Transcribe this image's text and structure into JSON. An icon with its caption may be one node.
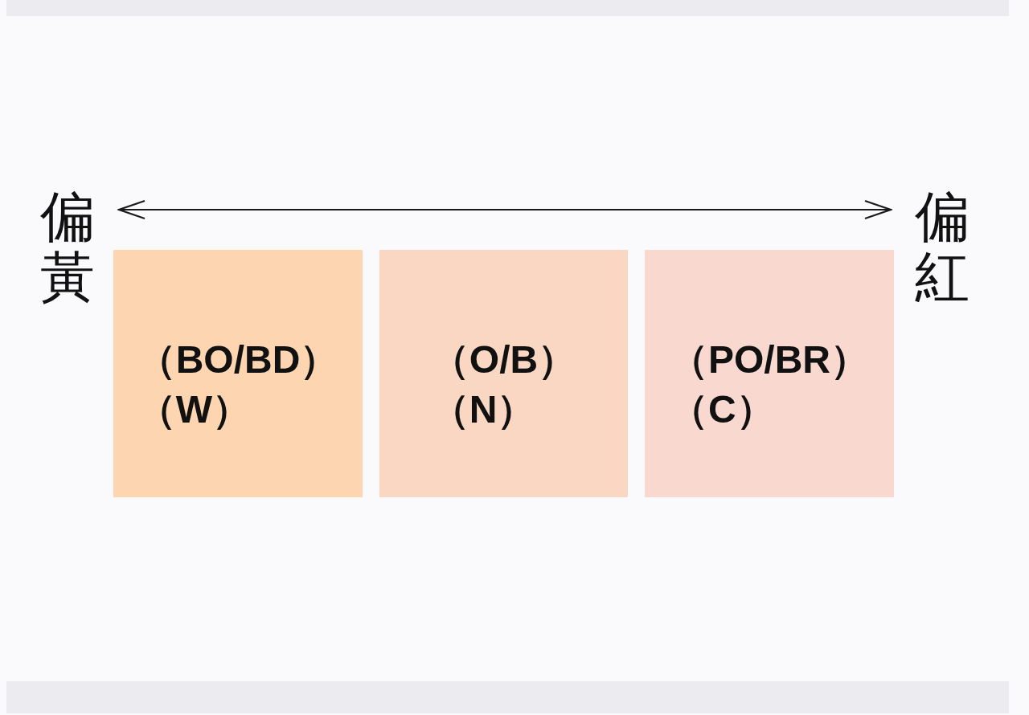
{
  "diagram": {
    "nodes": [
      {
        "text": [
          "偏黃"
        ]
      },
      {
        "text": [
          "偏紅"
        ]
      },
      {
        "text": [
          "（BO/BD）",
          "（W）"
        ]
      },
      {
        "text": [
          "（O/B）",
          "（N）"
        ]
      },
      {
        "text": [
          "（PO/BR）",
          "（C）"
        ]
      }
    ],
    "edges": [
      {
        "from": 0,
        "to": 1,
        "arrow": "both"
      }
    ]
  }
}
